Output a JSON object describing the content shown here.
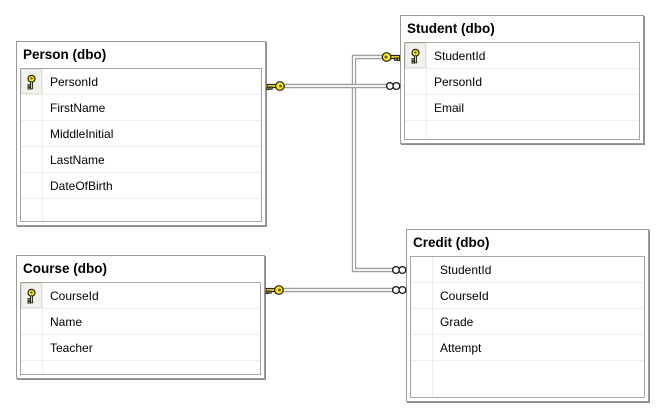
{
  "diagram": {
    "tables": [
      {
        "title": "Person (dbo)",
        "columns": [
          {
            "name": "PersonId",
            "pk": true
          },
          {
            "name": "FirstName",
            "pk": false
          },
          {
            "name": "MiddleInitial",
            "pk": false
          },
          {
            "name": "LastName",
            "pk": false
          },
          {
            "name": "DateOfBirth",
            "pk": false
          }
        ]
      },
      {
        "title": "Student (dbo)",
        "columns": [
          {
            "name": "StudentId",
            "pk": true
          },
          {
            "name": "PersonId",
            "pk": false
          },
          {
            "name": "Email",
            "pk": false
          }
        ]
      },
      {
        "title": "Course (dbo)",
        "columns": [
          {
            "name": "CourseId",
            "pk": true
          },
          {
            "name": "Name",
            "pk": false
          },
          {
            "name": "Teacher",
            "pk": false
          }
        ]
      },
      {
        "title": "Credit (dbo)",
        "columns": [
          {
            "name": "StudentId",
            "pk": false
          },
          {
            "name": "CourseId",
            "pk": false
          },
          {
            "name": "Grade",
            "pk": false
          },
          {
            "name": "Attempt",
            "pk": false
          }
        ]
      }
    ],
    "relationships": [
      {
        "from": "Person.PersonId",
        "to": "Student.PersonId",
        "type": "one-to-many",
        "pk_symbol": "key",
        "fk_symbol": "infinity"
      },
      {
        "from": "Student.StudentId",
        "to": "Credit.StudentId",
        "type": "one-to-many",
        "pk_symbol": "key",
        "fk_symbol": "infinity"
      },
      {
        "from": "Course.CourseId",
        "to": "Credit.CourseId",
        "type": "one-to-many",
        "pk_symbol": "key",
        "fk_symbol": "infinity"
      }
    ],
    "colors": {
      "key_yellow": "#ffe812",
      "key_outline": "#1e1e1e",
      "line_gray": "#9f9f9f",
      "table_border": "#9b9b9b",
      "grid_border": "#a5a5a5",
      "row_separator": "#ededed",
      "background": "#ffffff"
    }
  }
}
